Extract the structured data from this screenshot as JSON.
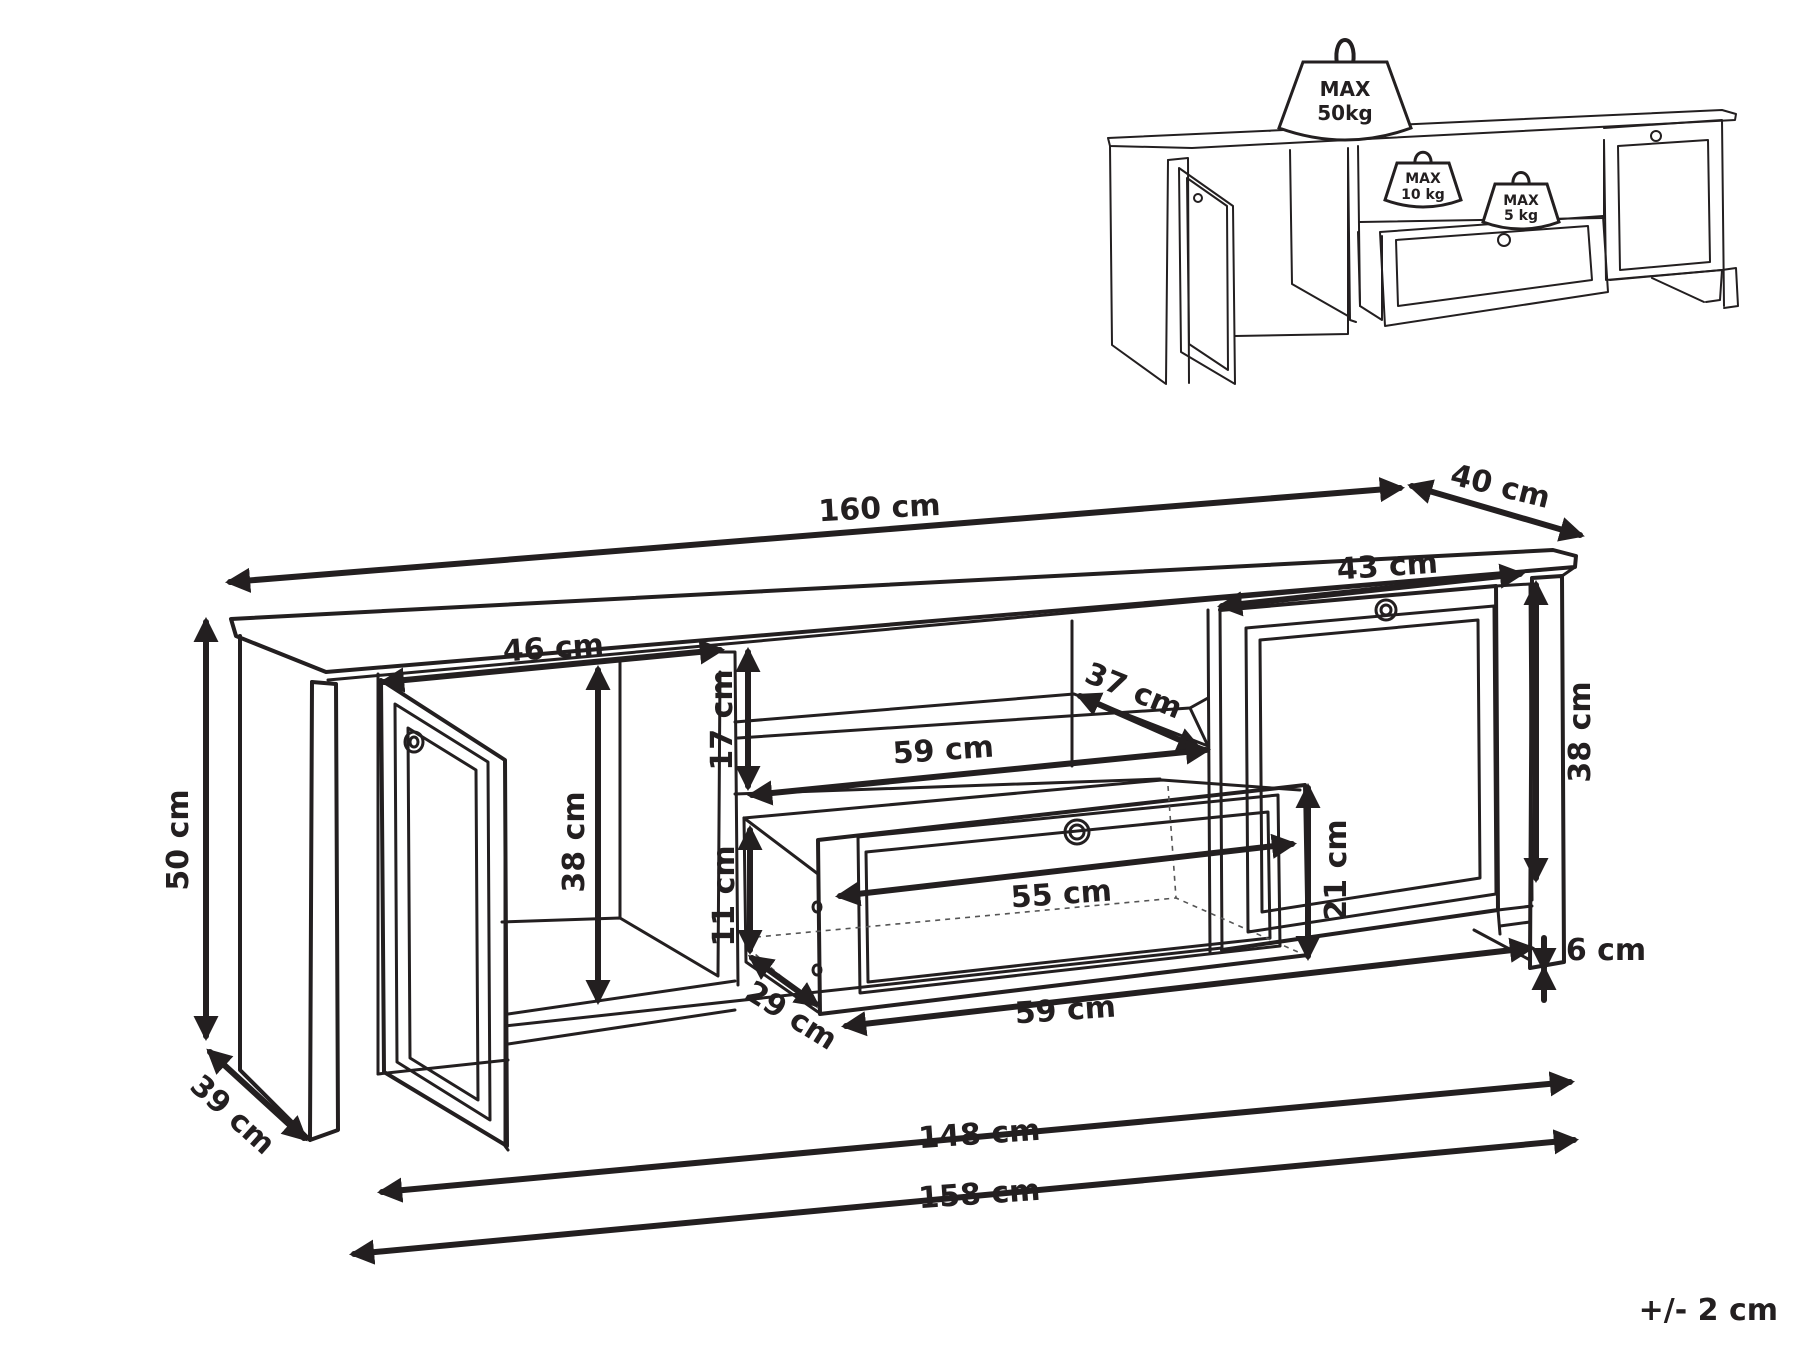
{
  "overview": {
    "weights": [
      {
        "line1": "MAX",
        "line2": "50kg"
      },
      {
        "line1": "MAX",
        "line2": "10 kg"
      },
      {
        "line1": "MAX",
        "line2": "5 kg"
      }
    ]
  },
  "dimensions": {
    "width_top": "160 cm",
    "depth_top": "40 cm",
    "right_door_width": "43 cm",
    "left_compartment_width": "46 cm",
    "right_compartment_height": "38 cm",
    "left_compartment_height": "38 cm",
    "shelf_height": "17 cm",
    "shelf_depth": "37 cm",
    "shelf_width": "59 cm",
    "drawer_inner_width": "55 cm",
    "drawer_front_height": "21 cm",
    "drawer_inner_height": "11 cm",
    "drawer_depth": "29 cm",
    "drawer_width": "59 cm",
    "leg_height": "6 cm",
    "total_height": "50 cm",
    "body_depth": "39 cm",
    "inner_width": "148 cm",
    "base_width": "158 cm"
  },
  "tolerance": "+/- 2 cm"
}
